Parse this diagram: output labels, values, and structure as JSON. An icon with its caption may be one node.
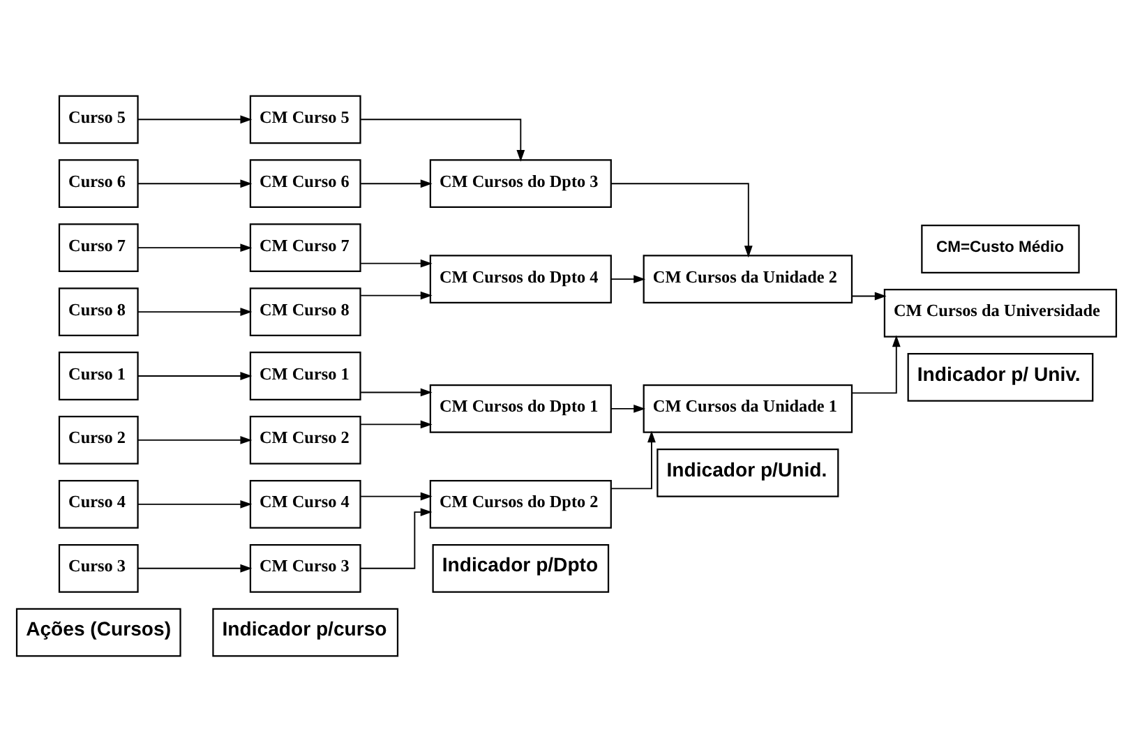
{
  "diagram": {
    "nodes": [
      {
        "text": [
          "Ações (Cursos)"
        ]
      },
      {
        "text": [
          "Indicador p/curso"
        ]
      },
      {
        "text": [
          "Indicador p/Dpto"
        ]
      },
      {
        "text": [
          "Indicador p/Unid."
        ]
      },
      {
        "text": [
          "Indicador p/ Univ."
        ]
      },
      {
        "text": [
          "Curso 1"
        ]
      },
      {
        "text": [
          "Curso 2"
        ]
      },
      {
        "text": [
          "Curso 3"
        ]
      },
      {
        "text": [
          "Curso 4"
        ]
      },
      {
        "text": [
          "Curso 5"
        ]
      },
      {
        "text": [
          "Curso 6"
        ]
      },
      {
        "text": [
          "Curso 7"
        ]
      },
      {
        "text": [
          "Curso 8"
        ]
      },
      {
        "text": [
          "CM Curso 1"
        ]
      },
      {
        "text": [
          "CM Curso 2"
        ]
      },
      {
        "text": [
          "CM Curso 3"
        ]
      },
      {
        "text": [
          "CM Curso 4"
        ]
      },
      {
        "text": [
          "CM Curso 5"
        ]
      },
      {
        "text": [
          "CM Curso 6"
        ]
      },
      {
        "text": [
          "CM Curso 7"
        ]
      },
      {
        "text": [
          "CM Curso 8"
        ]
      },
      {
        "text": [
          "CM Cursos do Dpto 1"
        ]
      },
      {
        "text": [
          "CM Cursos do Dpto 2"
        ]
      },
      {
        "text": [
          "CM Cursos do Dpto 3"
        ]
      },
      {
        "text": [
          "CM Cursos do Dpto 4"
        ]
      },
      {
        "text": [
          "CM Cursos da Unidade 1"
        ]
      },
      {
        "text": [
          "CM Cursos da Unidade 2"
        ]
      },
      {
        "text": [
          "CM Cursos da Universidade"
        ]
      },
      {
        "text": [
          "CM=Custo Médio"
        ]
      }
    ],
    "edges": [
      {
        "from": 5,
        "to": 13,
        "arrow": "to"
      },
      {
        "from": 6,
        "to": 14,
        "arrow": "to"
      },
      {
        "from": 7,
        "to": 15,
        "arrow": "to"
      },
      {
        "from": 8,
        "to": 16,
        "arrow": "to"
      },
      {
        "from": 9,
        "to": 17,
        "arrow": "to"
      },
      {
        "from": 10,
        "to": 18,
        "arrow": "to"
      },
      {
        "from": 11,
        "to": 19,
        "arrow": "to"
      },
      {
        "from": 12,
        "to": 20,
        "arrow": "to"
      },
      {
        "from": 13,
        "to": 21,
        "arrow": "to"
      },
      {
        "from": 14,
        "to": 21,
        "arrow": "to"
      },
      {
        "from": 15,
        "to": 22,
        "arrow": "to"
      },
      {
        "from": 16,
        "to": 22,
        "arrow": "to"
      },
      {
        "from": 17,
        "to": 23,
        "arrow": "to"
      },
      {
        "from": 18,
        "to": 23,
        "arrow": "to"
      },
      {
        "from": 19,
        "to": 24,
        "arrow": "to"
      },
      {
        "from": 20,
        "to": 24,
        "arrow": "to"
      },
      {
        "from": 21,
        "to": 25,
        "arrow": "to"
      },
      {
        "from": 22,
        "to": 25,
        "arrow": "to"
      },
      {
        "from": 23,
        "to": 26,
        "arrow": "to"
      },
      {
        "from": 24,
        "to": 26,
        "arrow": "to"
      },
      {
        "from": 25,
        "to": 27,
        "arrow": "to"
      },
      {
        "from": 26,
        "to": 27,
        "arrow": "to"
      }
    ]
  }
}
